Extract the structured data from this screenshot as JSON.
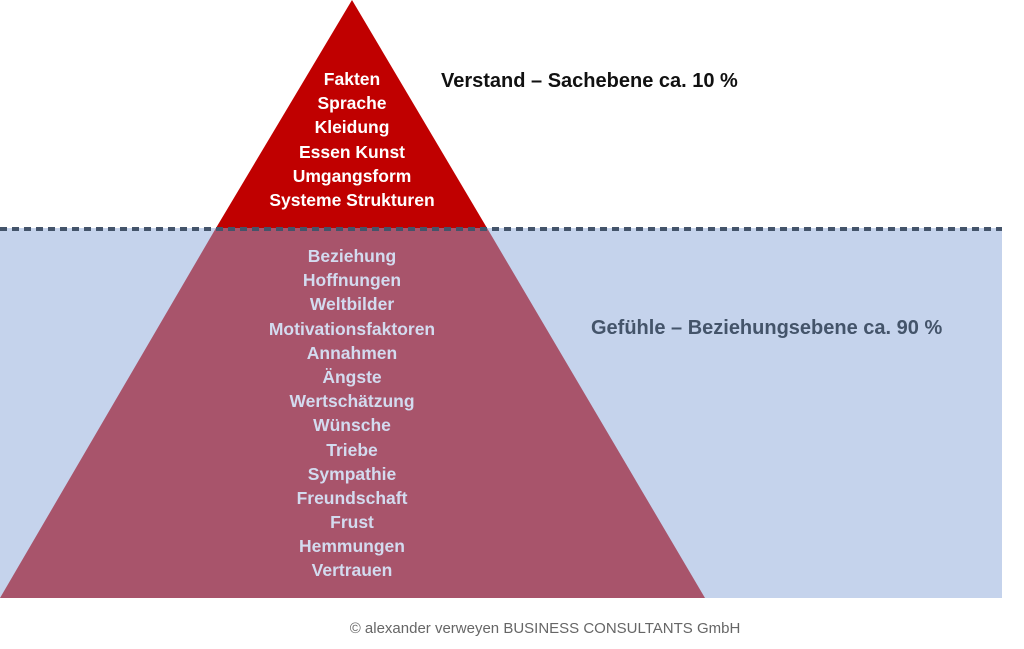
{
  "above_water": {
    "items": [
      "Fakten",
      "Sprache",
      "Kleidung",
      "Essen Kunst",
      "Umgangsform",
      "Systeme Strukturen"
    ],
    "label": "Verstand – Sachebene ca. 10 %",
    "color": "#c00000"
  },
  "below_water": {
    "items": [
      "Beziehung",
      "Hoffnungen",
      "Weltbilder",
      "Motivationsfaktoren",
      "Annahmen",
      "Ängste",
      "Wertschätzung",
      "Wünsche",
      "Triebe",
      "Sympathie",
      "Freundschaft",
      "Frust",
      "Hemmungen",
      "Vertrauen"
    ],
    "label": "Gefühle – Beziehungsebene ca. 90 %",
    "color": "#a8546b",
    "water_color": "#c5d3ec"
  },
  "footer": "© alexander verweyen BUSINESS CONSULTANTS GmbH"
}
